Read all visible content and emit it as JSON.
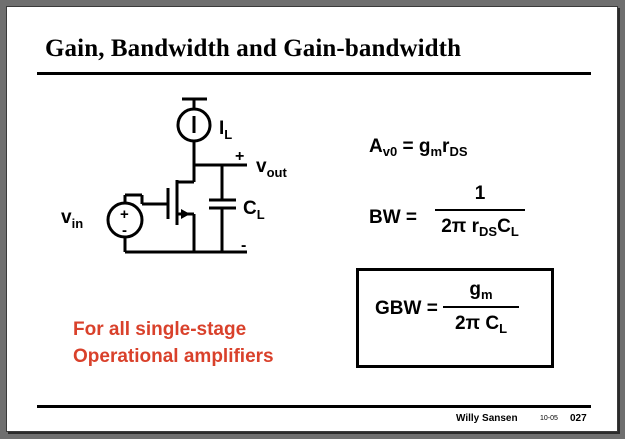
{
  "slide": {
    "title": "Gain, Bandwidth and Gain-bandwidth"
  },
  "circuit": {
    "current_source": {
      "main": "I",
      "sub": "L"
    },
    "output": {
      "main": "v",
      "sub": "out",
      "plus": "+",
      "minus": "-"
    },
    "input": {
      "main": "v",
      "sub": "in"
    },
    "capacitor": {
      "main": "C",
      "sub": "L"
    },
    "source_plus": "+",
    "source_minus": "-"
  },
  "equations": {
    "gain": {
      "a": "A",
      "a_sub": "v0",
      "eq": " = g",
      "g_sub": "m",
      "r": "r",
      "r_sub": "DS"
    },
    "bw": {
      "lhs": "BW =",
      "numerator": "1",
      "den_a": "2π r",
      "den_a_sub": "DS",
      "den_b": "C",
      "den_b_sub": "L"
    },
    "gbw": {
      "lhs": "GBW =",
      "num": "g",
      "num_sub": "m",
      "den": "2π C",
      "den_sub": "L"
    }
  },
  "note": {
    "line1": "For all single-stage",
    "line2": "Operational amplifiers",
    "color": "#d9412b"
  },
  "footer": {
    "author": "Willy Sansen",
    "date": "10-05",
    "page": "027"
  }
}
